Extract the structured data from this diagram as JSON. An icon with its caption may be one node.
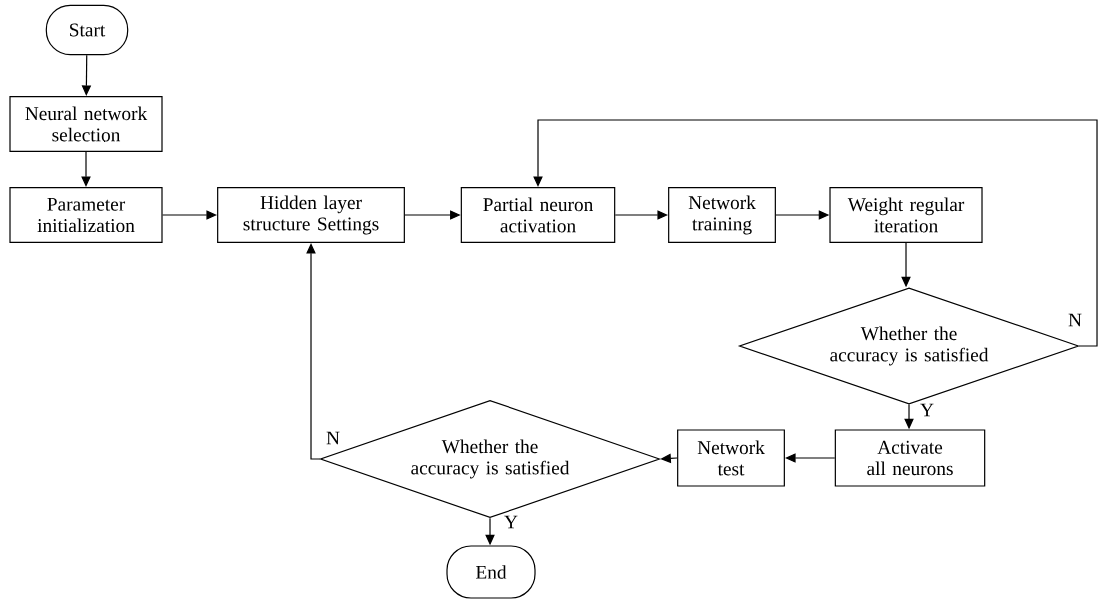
{
  "diagram": {
    "nodes": [
      {
        "text": [
          "Start"
        ]
      },
      {
        "text": [
          "Neural network selection"
        ]
      },
      {
        "text": [
          "Parameter initialization"
        ]
      },
      {
        "text": [
          "Hidden layer structure Settings"
        ]
      },
      {
        "text": [
          "Partial neuron activation"
        ]
      },
      {
        "text": [
          "Network training"
        ]
      },
      {
        "text": [
          "Weight regular iteration"
        ]
      },
      {
        "text": [
          "Whether the accuracy is satisfied"
        ]
      },
      {
        "text": [
          "Activate all neurons"
        ]
      },
      {
        "text": [
          "Network test"
        ]
      },
      {
        "text": [
          "Whether the accuracy is satisfied"
        ]
      },
      {
        "text": [
          "End"
        ]
      }
    ],
    "edges": [
      {
        "from": 0,
        "to": 1,
        "arrow": "to"
      },
      {
        "from": 1,
        "to": 2,
        "arrow": "to"
      },
      {
        "from": 2,
        "to": 3,
        "arrow": "to"
      },
      {
        "from": 3,
        "to": 4,
        "arrow": "to"
      },
      {
        "from": 4,
        "to": 5,
        "arrow": "to"
      },
      {
        "from": 5,
        "to": 6,
        "arrow": "to"
      },
      {
        "from": 6,
        "to": 7,
        "arrow": "to"
      },
      {
        "from": 7,
        "to": 4,
        "arrow": "to",
        "label": "N"
      },
      {
        "from": 7,
        "to": 8,
        "arrow": "to",
        "label": "Y"
      },
      {
        "from": 8,
        "to": 9,
        "arrow": "to"
      },
      {
        "from": 9,
        "to": 10,
        "arrow": "to"
      },
      {
        "from": 10,
        "to": 3,
        "arrow": "to",
        "label": "N"
      },
      {
        "from": 10,
        "to": 11,
        "arrow": "to",
        "label": "Y"
      }
    ]
  }
}
